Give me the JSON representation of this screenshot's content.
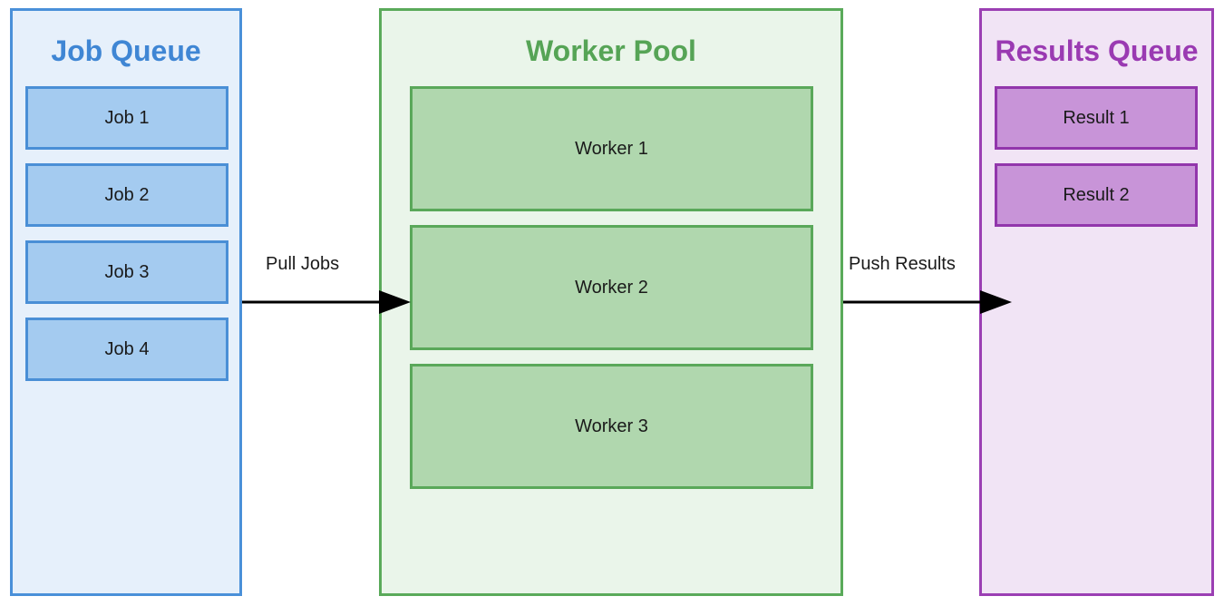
{
  "job_queue": {
    "title": "Job Queue",
    "items": [
      "Job 1",
      "Job 2",
      "Job 3",
      "Job 4"
    ]
  },
  "worker_pool": {
    "title": "Worker Pool",
    "items": [
      "Worker 1",
      "Worker 2",
      "Worker 3"
    ]
  },
  "results_queue": {
    "title": "Results Queue",
    "items": [
      "Result 1",
      "Result 2"
    ]
  },
  "edges": {
    "pull_label": "Pull Jobs",
    "push_label": "Push Results"
  },
  "colors": {
    "job_accent": "#4a90d9",
    "worker_accent": "#5aaa5a",
    "result_accent": "#9b3fb3"
  }
}
